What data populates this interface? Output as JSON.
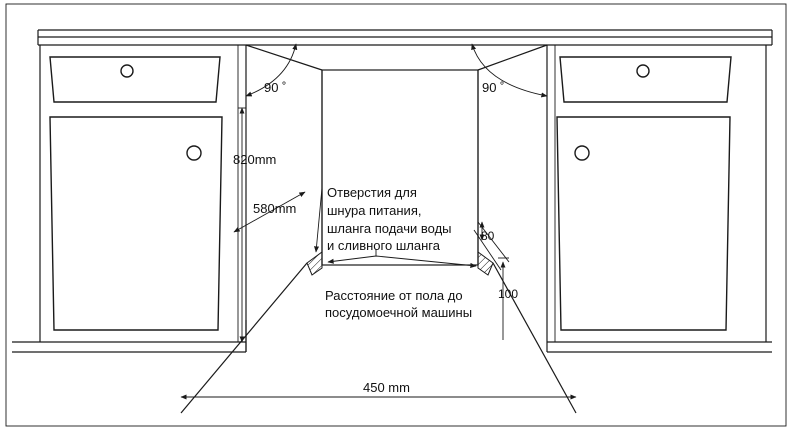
{
  "labels": {
    "angle_left": "90 ˚",
    "angle_right": "90 ˚",
    "height_820": "820mm",
    "height_580": "580mm",
    "holes_line1": "Отверстия для",
    "holes_line2": "шнура питания,",
    "holes_line3": "шланга подачи воды",
    "holes_line4": "и сливного шланга",
    "dim_80": "80",
    "dim_100": "100",
    "floor_line1": "Расстояние от пола до",
    "floor_line2": "посудомоечной машины",
    "width_450": "450 mm"
  }
}
